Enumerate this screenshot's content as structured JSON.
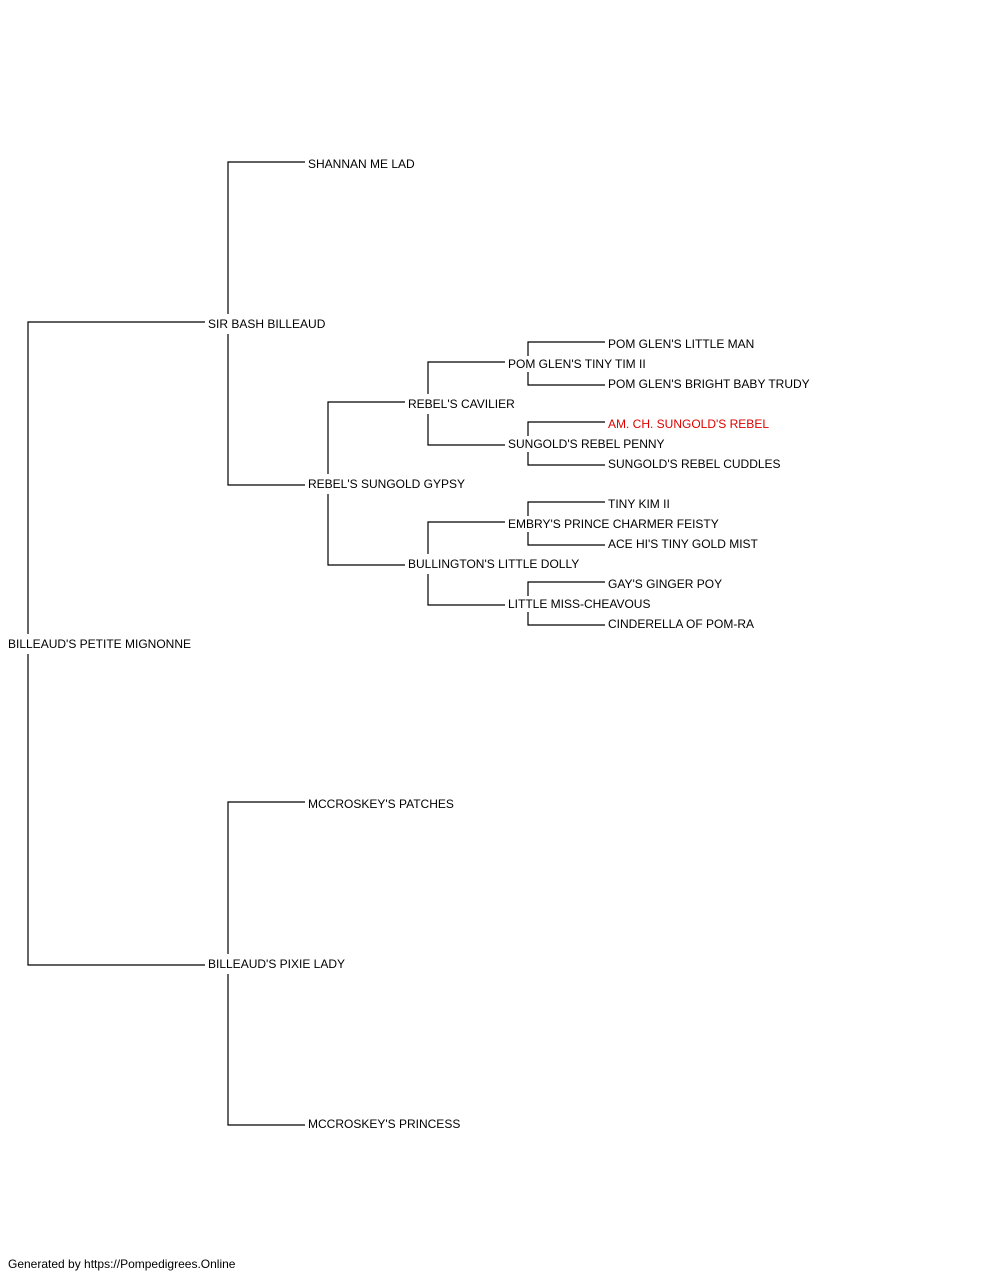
{
  "colors": {
    "line": "#000000",
    "text": "#000000",
    "highlight": "#dd0000",
    "background": "#ffffff"
  },
  "pedigree": {
    "subject": "BILLEAUD'S PETITE MIGNONNE",
    "sire": {
      "name": "SIR BASH BILLEAUD",
      "sire": {
        "name": "SHANNAN ME LAD"
      },
      "dam": {
        "name": "REBEL'S SUNGOLD GYPSY",
        "sire": {
          "name": "REBEL'S CAVILIER",
          "sire": {
            "name": "POM GLEN'S TINY TIM II",
            "sire": "POM GLEN'S LITTLE MAN",
            "dam": "POM GLEN'S BRIGHT BABY TRUDY"
          },
          "dam": {
            "name": "SUNGOLD'S REBEL PENNY",
            "sire": "AM. CH. SUNGOLD'S REBEL",
            "dam": "SUNGOLD'S REBEL CUDDLES"
          }
        },
        "dam": {
          "name": "BULLINGTON'S LITTLE DOLLY",
          "sire": {
            "name": "EMBRY'S PRINCE CHARMER FEISTY",
            "sire": "TINY KIM II",
            "dam": "ACE HI'S TINY GOLD MIST"
          },
          "dam": {
            "name": "LITTLE MISS-CHEAVOUS",
            "sire": "GAY'S GINGER POY",
            "dam": "CINDERELLA OF POM-RA"
          }
        }
      }
    },
    "dam": {
      "name": "BILLEAUD'S PIXIE LADY",
      "sire": {
        "name": "MCCROSKEY'S PATCHES"
      },
      "dam": {
        "name": "MCCROSKEY'S PRINCESS"
      }
    }
  },
  "footer": "Generated by https://Pompedigrees.Online"
}
